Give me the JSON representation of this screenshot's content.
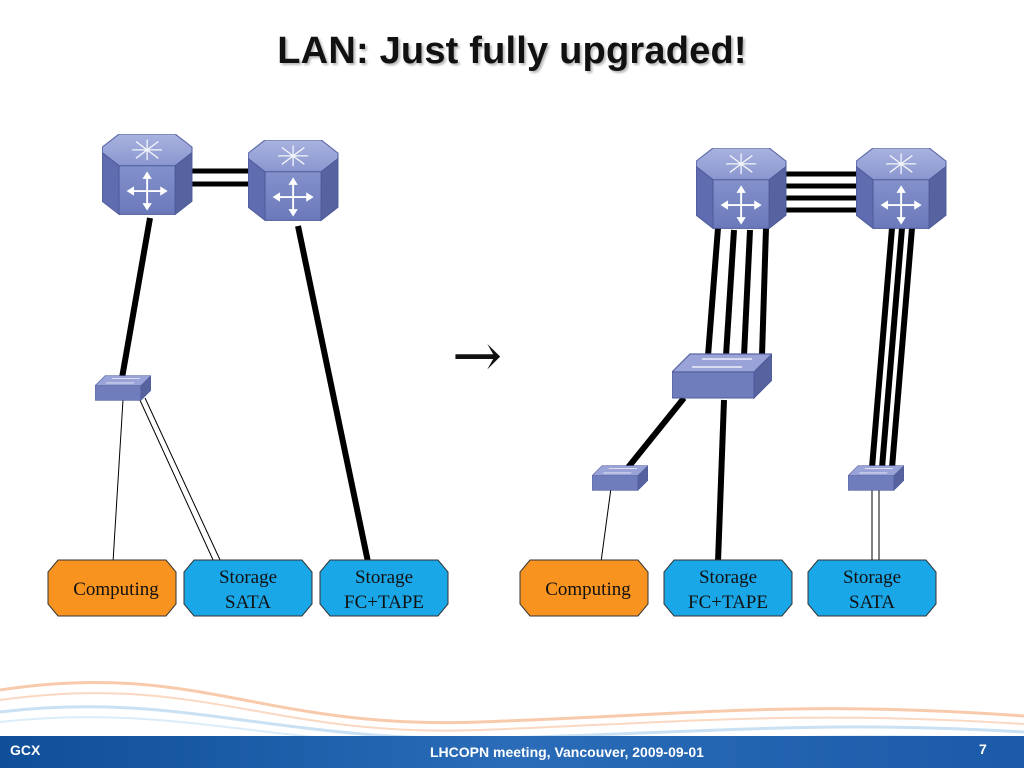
{
  "slide": {
    "title": "LAN: Just fully upgraded!",
    "arrow": "→"
  },
  "left_diagram": {
    "nodes": {
      "computing": "Computing",
      "storage_sata": [
        "Storage",
        "SATA"
      ],
      "storage_fc": [
        "Storage",
        "FC+TAPE"
      ]
    }
  },
  "right_diagram": {
    "nodes": {
      "computing": "Computing",
      "storage_fc": [
        "Storage",
        "FC+TAPE"
      ],
      "storage_sata": [
        "Storage",
        "SATA"
      ]
    }
  },
  "footer": {
    "left": "GCX",
    "center": "LHCOPN meeting, Vancouver, 2009-09-01",
    "page": "7"
  },
  "colors": {
    "computing": "#f7931e",
    "storage": "#1aa7e8",
    "router": "#7f8ec8",
    "footer_bar": "#1f5fa7"
  },
  "icons": [
    "router-icon",
    "switch-icon"
  ]
}
